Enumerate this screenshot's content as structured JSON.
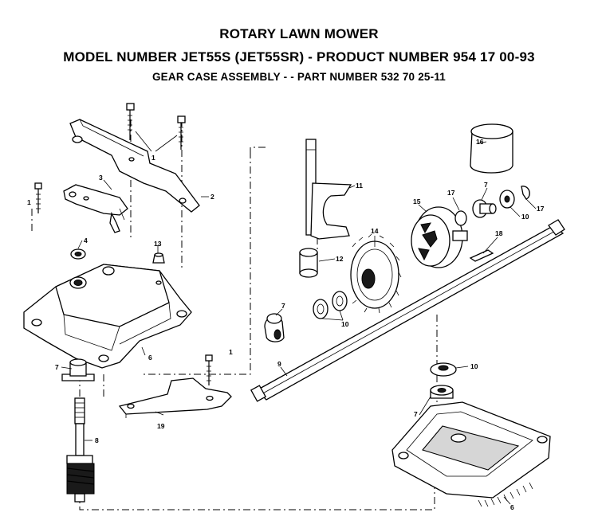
{
  "header": {
    "title": "ROTARY LAWN MOWER",
    "model_line": "MODEL NUMBER JET55S (JET55SR) - PRODUCT NUMBER 954 17 00-93",
    "assembly_line": "GEAR CASE ASSEMBLY - - PART NUMBER 532 70 25-11"
  },
  "callouts": {
    "c1_top": "1",
    "c2": "2",
    "c3": "3",
    "c1_left": "1",
    "c4": "4",
    "c13": "13",
    "c6_left": "6",
    "c7_left": "7",
    "c1_bottom": "1",
    "c19": "19",
    "c8": "8",
    "c11": "11",
    "c12": "12",
    "c14": "14",
    "c15": "15",
    "c16": "16",
    "c17_a": "17",
    "c7_top": "7",
    "c10_top": "10",
    "c17_b": "17",
    "c18": "18",
    "c7_mid": "7",
    "c10_mid": "10",
    "c9": "9",
    "c10_low": "10",
    "c7_low": "7",
    "c6_right": "6"
  }
}
